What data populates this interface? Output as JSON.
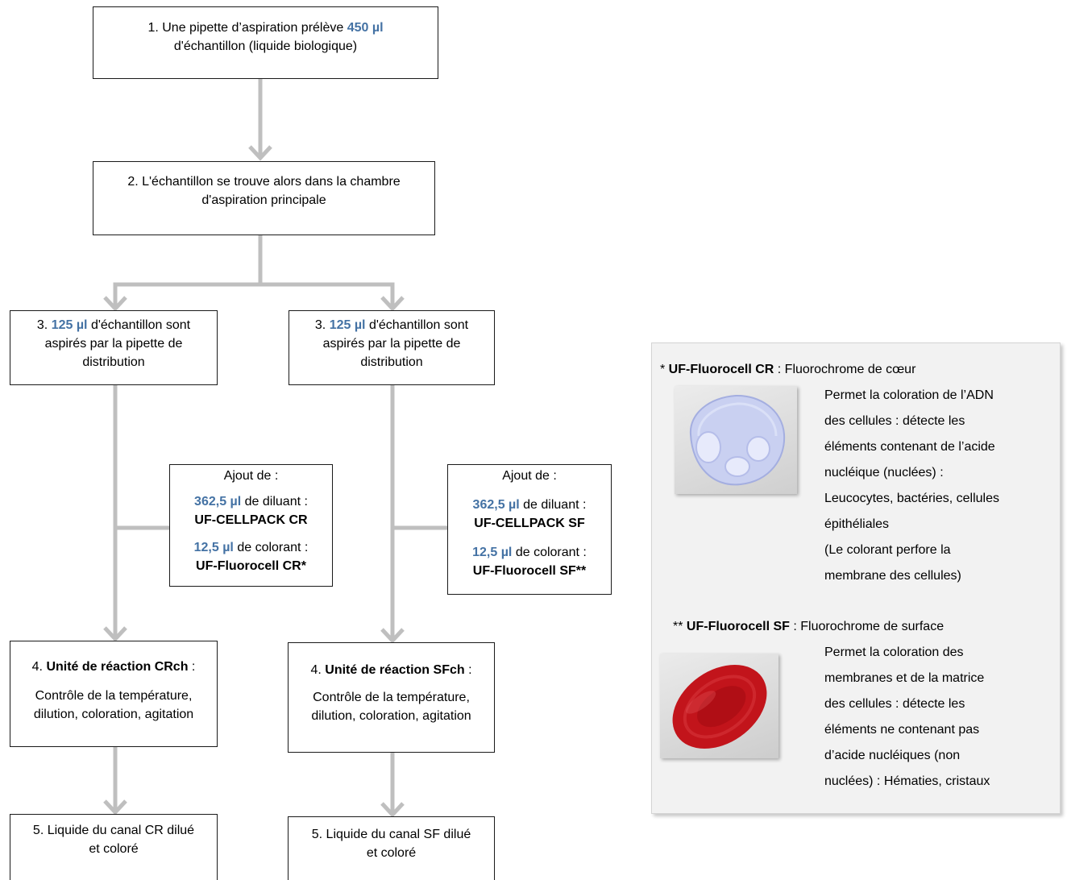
{
  "diagram": {
    "step1": {
      "text_before": "1. Une pipette d’aspiration prélève ",
      "volume": "450 µl",
      "line2": "d'échantillon (liquide biologique)"
    },
    "step2": {
      "line1": "2. L'échantillon se trouve alors dans la chambre",
      "line2": "d'aspiration principale"
    },
    "step3": [
      {
        "number": "3. ",
        "volume": "125 µl",
        "line1_rest": " d'échantillon sont",
        "line2": "aspirés par la pipette de",
        "line3": "distribution"
      },
      {
        "number": "3. ",
        "volume": "125 µl",
        "line1_rest": " d'échantillon sont",
        "line2": "aspirés par la pipette de",
        "line3": "distribution"
      }
    ],
    "additions": [
      {
        "title": "Ajout de :",
        "diluent_volume": "362,5 µl",
        "diluent_text": " de diluant :",
        "diluent_name": "UF-CELLPACK CR",
        "dye_volume": "12,5 µl",
        "dye_text": " de colorant :",
        "dye_name": "UF-Fluorocell CR*"
      },
      {
        "title": "Ajout de :",
        "diluent_volume": "362,5 µl",
        "diluent_text": " de diluant :",
        "diluent_name": "UF-CELLPACK SF",
        "dye_volume": "12,5 µl",
        "dye_text": " de colorant :",
        "dye_name": "UF-Fluorocell SF**"
      }
    ],
    "step4": [
      {
        "number": "4. ",
        "unit": "Unité de réaction CRch",
        "suffix": " :",
        "line2": "Contrôle de la température,",
        "line3": "dilution, coloration, agitation"
      },
      {
        "number": "4. ",
        "unit": "Unité de réaction SFch",
        "suffix": " :",
        "line2": "Contrôle de la température,",
        "line3": "dilution, coloration, agitation"
      }
    ],
    "step5": [
      {
        "line1": "5. Liquide du canal CR dilué",
        "line2": "et coloré"
      },
      {
        "line1": "5. Liquide du canal SF dilué",
        "line2": "et coloré"
      }
    ]
  },
  "legend": {
    "items": [
      {
        "marker": "* ",
        "name": "UF-Fluorocell CR",
        "desc": " : Fluorochrome de cœur",
        "image": "white-blood-cell-icon",
        "lines": [
          "Permet la coloration de l’ADN",
          "des cellules : détecte les",
          "éléments contenant de l’acide",
          "nucléique (nuclées) :",
          "Leucocytes, bactéries, cellules",
          "épithéliales",
          "(Le colorant perfore la",
          "membrane des cellules)"
        ]
      },
      {
        "marker": "** ",
        "name": "UF-Fluorocell SF",
        "desc": " : Fluorochrome de surface",
        "image": "red-blood-cell-icon",
        "lines": [
          "Permet la coloration des",
          "membranes et de la matrice",
          "des cellules : détecte les",
          "éléments ne contenant pas",
          "d’acide nucléiques (non",
          "nuclées) : Hématies, cristaux"
        ]
      }
    ]
  },
  "colors": {
    "accent": "#4472a4",
    "connector": "#bfbfbf",
    "panel": "#f2f2f2"
  }
}
